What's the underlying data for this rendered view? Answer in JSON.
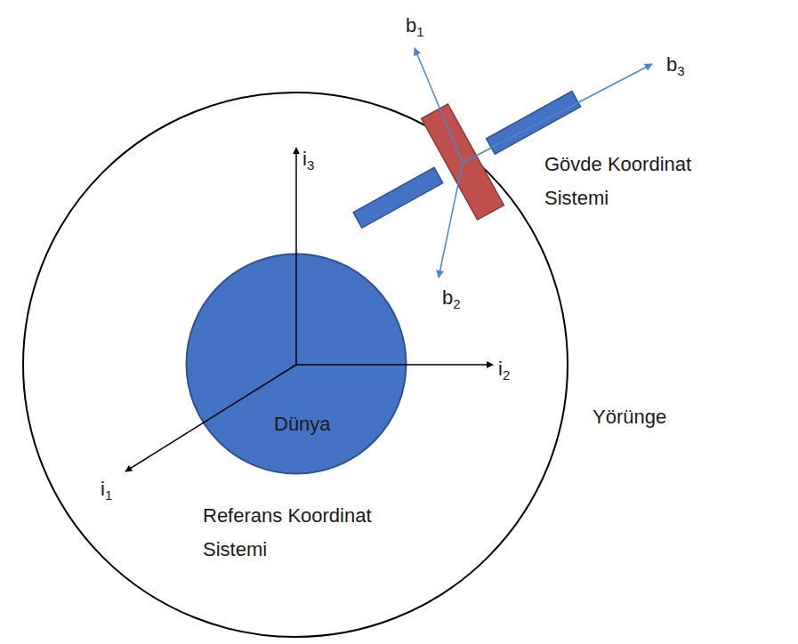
{
  "diagram": {
    "nodes": [
      {
        "text": [
          "Dünya"
        ]
      }
    ],
    "labels": [
      "i3",
      "i2",
      "i1",
      "b1",
      "b2",
      "b3",
      "Referans Koordinat Sistemi",
      "Gövde Koordinat Sistemi",
      "Yörünge"
    ]
  }
}
